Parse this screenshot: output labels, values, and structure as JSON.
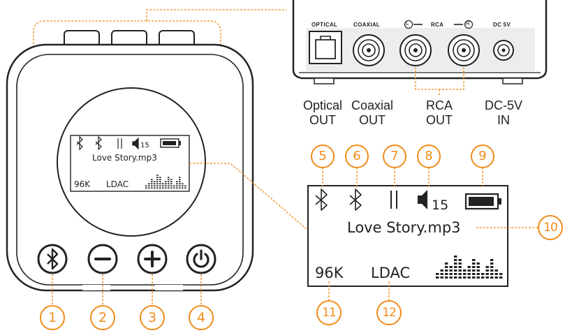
{
  "ports": {
    "optical": "OPTICAL",
    "coaxial": "COAXIAL",
    "rca": "RCA",
    "dc": "DC 5V",
    "left_mark": "L",
    "right_mark": "R"
  },
  "captions": {
    "optical": [
      "Optical",
      "OUT"
    ],
    "coaxial": [
      "Coaxial",
      "OUT"
    ],
    "rca": [
      "RCA",
      "OUT"
    ],
    "dc": [
      "DC-5V",
      "IN"
    ]
  },
  "display": {
    "volume": "15",
    "track": "Love Story.mp3",
    "sample_rate": "96K",
    "codec": "LDAC"
  },
  "callouts": [
    "1",
    "2",
    "3",
    "4",
    "5",
    "6",
    "7",
    "8",
    "9",
    "10",
    "11",
    "12"
  ],
  "icons": {
    "bluetooth_button": "bluetooth-icon",
    "minus_button": "minus-icon",
    "plus_button": "plus-icon",
    "power_button": "power-icon",
    "pause": "pause-icon",
    "speaker": "speaker-icon",
    "battery": "battery-icon",
    "spectrum": "spectrum-icon"
  },
  "colors": {
    "callout": "#f08c1a",
    "outline": "#222222",
    "panel": "#e8e8e8"
  }
}
